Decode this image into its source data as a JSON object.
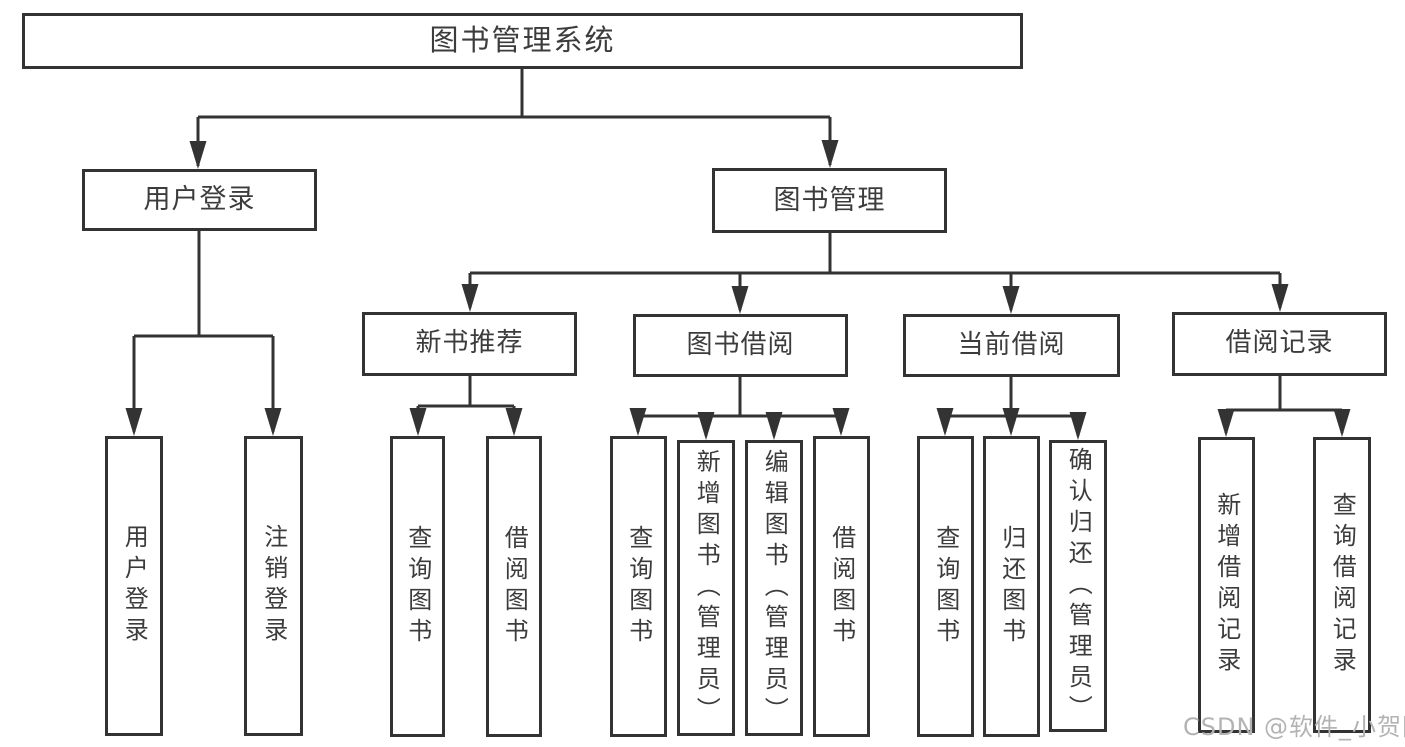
{
  "tree": {
    "label": "图书管理系统",
    "children": [
      {
        "label": "用户登录",
        "children": [
          {
            "label": "用户登录"
          },
          {
            "label": "注销登录"
          }
        ]
      },
      {
        "label": "图书管理",
        "children": [
          {
            "label": "新书推荐",
            "children": [
              {
                "label": "查询图书"
              },
              {
                "label": "借阅图书"
              }
            ]
          },
          {
            "label": "图书借阅",
            "children": [
              {
                "label": "查询图书"
              },
              {
                "label": "新增图书（管理员）"
              },
              {
                "label": "编辑图书（管理员）"
              },
              {
                "label": "借阅图书"
              }
            ]
          },
          {
            "label": "当前借阅",
            "children": [
              {
                "label": "查询图书"
              },
              {
                "label": "归还图书"
              },
              {
                "label": "确认归还（管理员）"
              }
            ]
          },
          {
            "label": "借阅记录",
            "children": [
              {
                "label": "新增借阅记录"
              },
              {
                "label": "查询借阅记录"
              }
            ]
          }
        ]
      }
    ]
  },
  "watermark": {
    "text": "CSDN @软件_小贺同学"
  },
  "colors": {
    "line": "#333333",
    "box_border": "#333333",
    "text": "#3c3c3c",
    "watermark": "#b3b3b3",
    "background": "#ffffff"
  }
}
